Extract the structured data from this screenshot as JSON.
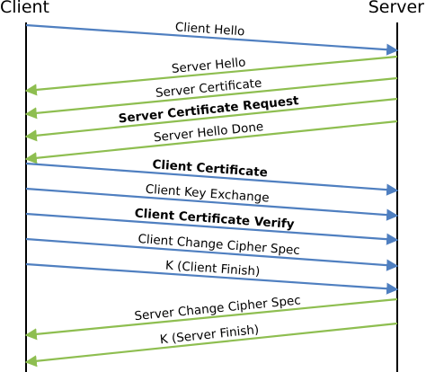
{
  "participants": {
    "client": "Client",
    "server": "Server"
  },
  "colors": {
    "client_to_server": "#4f7fc0",
    "server_to_client": "#8ebe50"
  },
  "messages": [
    {
      "label": "Client Hello",
      "direction": "client_to_server",
      "bold": false
    },
    {
      "label": "Server Hello",
      "direction": "server_to_client",
      "bold": false
    },
    {
      "label": "Server Certificate",
      "direction": "server_to_client",
      "bold": false
    },
    {
      "label": "Server Certificate Request",
      "direction": "server_to_client",
      "bold": true
    },
    {
      "label": "Server Hello Done",
      "direction": "server_to_client",
      "bold": false
    },
    {
      "label": "Client Certificate",
      "direction": "client_to_server",
      "bold": true
    },
    {
      "label": "Client Key Exchange",
      "direction": "client_to_server",
      "bold": false
    },
    {
      "label": "Client Certificate Verify",
      "direction": "client_to_server",
      "bold": true
    },
    {
      "label": "Client Change Cipher Spec",
      "direction": "client_to_server",
      "bold": false
    },
    {
      "label": "K (Client Finish)",
      "direction": "client_to_server",
      "bold": false
    },
    {
      "label": "Server Change Cipher Spec",
      "direction": "server_to_client",
      "bold": false
    },
    {
      "label": "K (Server Finish)",
      "direction": "server_to_client",
      "bold": false
    }
  ]
}
